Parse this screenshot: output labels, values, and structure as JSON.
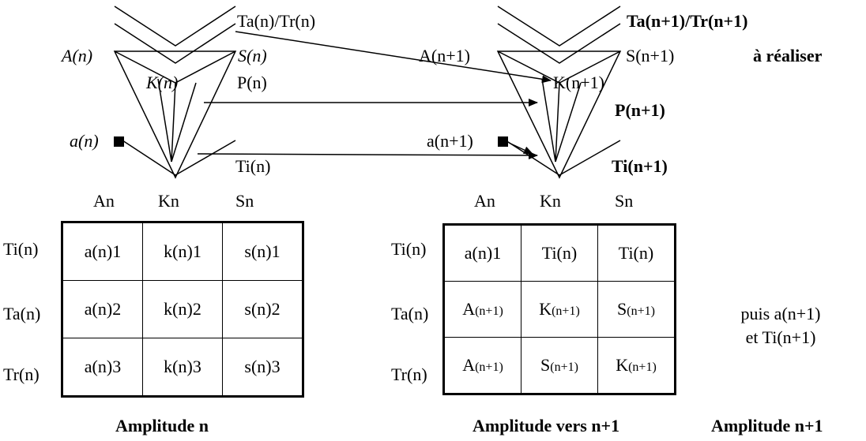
{
  "top_left": {
    "ta_tr": "Ta(n)/Tr(n)",
    "a": "A(n)",
    "s": "S(n)",
    "k": "K(n)",
    "p": "P(n)",
    "a_small": "a(n)",
    "ti": "Ti(n)"
  },
  "top_right": {
    "ta_tr": "Ta(n+1)/Tr(n+1)",
    "a": "A(n+1)",
    "s": "S(n+1)",
    "k": "K(n+1)",
    "p": "P(n+1)",
    "a_small": "a(n+1)",
    "ti": "Ti(n+1)",
    "todo": "à réaliser"
  },
  "columns_left": [
    "An",
    "Kn",
    "Sn"
  ],
  "columns_right": [
    "An",
    "Kn",
    "Sn"
  ],
  "left_table": {
    "row_labels": [
      "Ti(n)",
      "Ta(n)",
      "Tr(n)"
    ],
    "rows": [
      [
        "a(n)1",
        "k(n)1",
        "s(n)1"
      ],
      [
        "a(n)2",
        "k(n)2",
        "s(n)2"
      ],
      [
        "a(n)3",
        "k(n)3",
        "s(n)3"
      ]
    ],
    "caption": "Amplitude  n"
  },
  "right_table": {
    "row_labels": [
      "Ti(n)",
      "Ta(n)",
      "Tr(n)"
    ],
    "rows": [
      [
        {
          "main": "a(n)1",
          "sub": ""
        },
        {
          "main": "Ti(n)",
          "sub": ""
        },
        {
          "main": "Ti(n)",
          "sub": ""
        }
      ],
      [
        {
          "main": "A",
          "sub": "(n+1)"
        },
        {
          "main": "K",
          "sub": "(n+1)"
        },
        {
          "main": "S",
          "sub": "(n+1)"
        }
      ],
      [
        {
          "main": "A",
          "sub": "(n+1)"
        },
        {
          "main": "S",
          "sub": "(n+1)"
        },
        {
          "main": "K",
          "sub": "(n+1)"
        }
      ]
    ],
    "caption": "Amplitude vers  n+1"
  },
  "note": {
    "line1": "puis a(n+1)",
    "line2": "et Ti(n+1)"
  },
  "final_caption": "Amplitude  n+1"
}
